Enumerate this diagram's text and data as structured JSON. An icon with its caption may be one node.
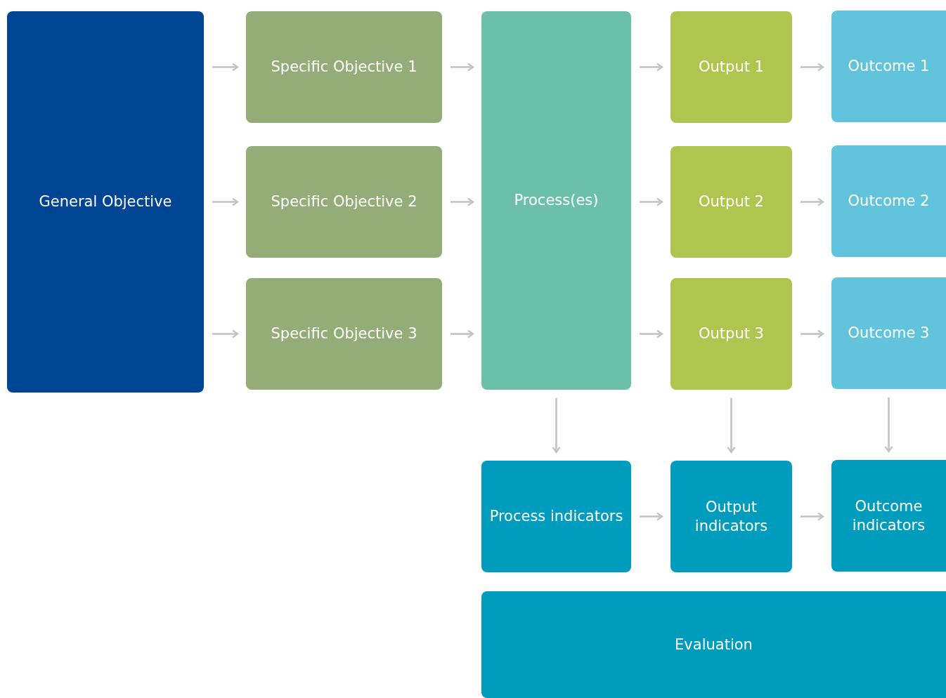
{
  "diagram": {
    "nodes": [
      {
        "text": [
          "General Objective"
        ]
      },
      {
        "text": [
          "Specific Objective 1"
        ]
      },
      {
        "text": [
          "Specific Objective 2"
        ]
      },
      {
        "text": [
          "Specific Objective 3"
        ]
      },
      {
        "text": [
          "Process(es)"
        ]
      },
      {
        "text": [
          "Output 1"
        ]
      },
      {
        "text": [
          "Output 2"
        ]
      },
      {
        "text": [
          "Output 3"
        ]
      },
      {
        "text": [
          "Outcome 1"
        ]
      },
      {
        "text": [
          "Outcome 2"
        ]
      },
      {
        "text": [
          "Outcome 3"
        ]
      },
      {
        "text": [
          "Process indicators"
        ]
      },
      {
        "text": [
          "Output indicators"
        ]
      },
      {
        "text": [
          "Outcome indicators"
        ]
      },
      {
        "text": [
          "Evaluation"
        ]
      }
    ],
    "edges": [
      {
        "from": 0,
        "to": 1,
        "arrow": "to"
      },
      {
        "from": 0,
        "to": 2,
        "arrow": "to"
      },
      {
        "from": 0,
        "to": 3,
        "arrow": "to"
      },
      {
        "from": 1,
        "to": 4,
        "arrow": "to"
      },
      {
        "from": 2,
        "to": 4,
        "arrow": "to"
      },
      {
        "from": 3,
        "to": 4,
        "arrow": "to"
      },
      {
        "from": 4,
        "to": 5,
        "arrow": "to"
      },
      {
        "from": 4,
        "to": 6,
        "arrow": "to"
      },
      {
        "from": 4,
        "to": 7,
        "arrow": "to"
      },
      {
        "from": 5,
        "to": 8,
        "arrow": "to"
      },
      {
        "from": 6,
        "to": 9,
        "arrow": "to"
      },
      {
        "from": 7,
        "to": 10,
        "arrow": "to"
      },
      {
        "from": 4,
        "to": 11,
        "arrow": "to"
      },
      {
        "from": 7,
        "to": 12,
        "arrow": "to"
      },
      {
        "from": 10,
        "to": 13,
        "arrow": "to"
      },
      {
        "from": 11,
        "to": 12,
        "arrow": "to"
      },
      {
        "from": 12,
        "to": 13,
        "arrow": "to"
      }
    ]
  }
}
